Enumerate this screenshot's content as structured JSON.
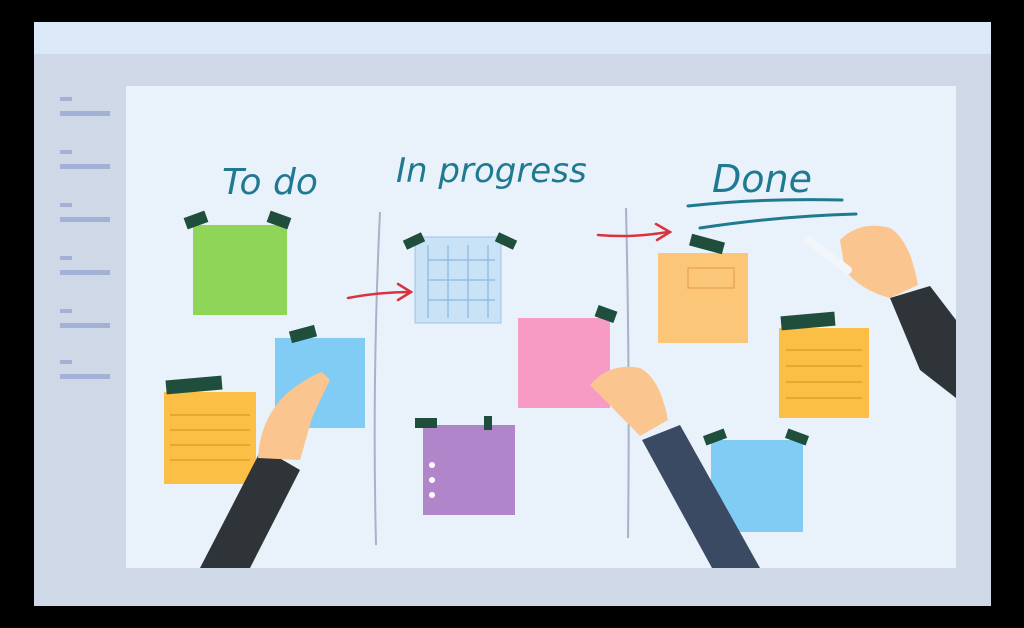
{
  "columns": [
    {
      "label": "To do"
    },
    {
      "label": "In progress"
    },
    {
      "label": "Done"
    }
  ],
  "colors": {
    "background": "#000000",
    "window_top_bar": "#dbe8f7",
    "window_frame": "#cfd8e6",
    "board": "#e9f2fa",
    "sidebar_lines": "#a3b1d6",
    "label_text": "#1f7a91",
    "arrow": "#d8333f",
    "divider": "#a8b2c8",
    "note_green": "#8fd658",
    "note_blue": "#81ccf5",
    "note_orange": "#fbbf45",
    "note_pink": "#f79ac4",
    "note_purple": "#b185c9",
    "note_peach": "#fcc678",
    "tape": "#1f4e3d",
    "skin": "#fbc58f",
    "sleeve": "#2e3438",
    "sleeve_navy": "#3a4a63"
  },
  "icons": {
    "sidebar": "menu-lines-icon",
    "arrow": "arrow-right-icon"
  }
}
